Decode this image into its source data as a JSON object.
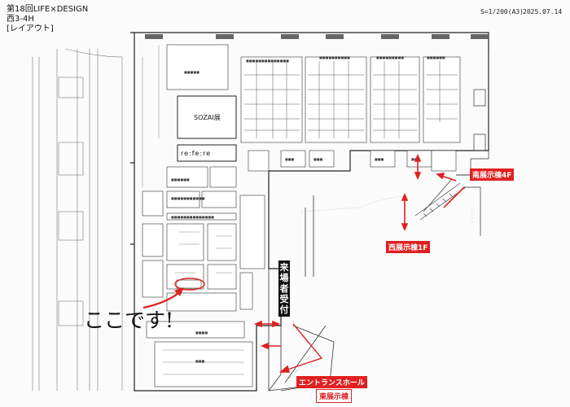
{
  "header": {
    "title": "第18回LIFE×DESIGN",
    "hall": "西3-4H",
    "subtitle": "[レイアウト]",
    "scale": "S=1/200(A3)",
    "date": "2025.07.14"
  },
  "areas": {
    "sozai": "SOZAI展",
    "refere": "re:fe:re"
  },
  "labels": {
    "south_hall_4f": "南展示棟4F",
    "west_hall_1f": "西展示棟1F",
    "entrance_hall": "エントランスホール",
    "east_hall": "東展示棟",
    "reception": "来場者受付",
    "here": "ここです!"
  },
  "colors": {
    "accent_red": "#e02020",
    "line": "#333333",
    "reception_bg": "#111111"
  }
}
